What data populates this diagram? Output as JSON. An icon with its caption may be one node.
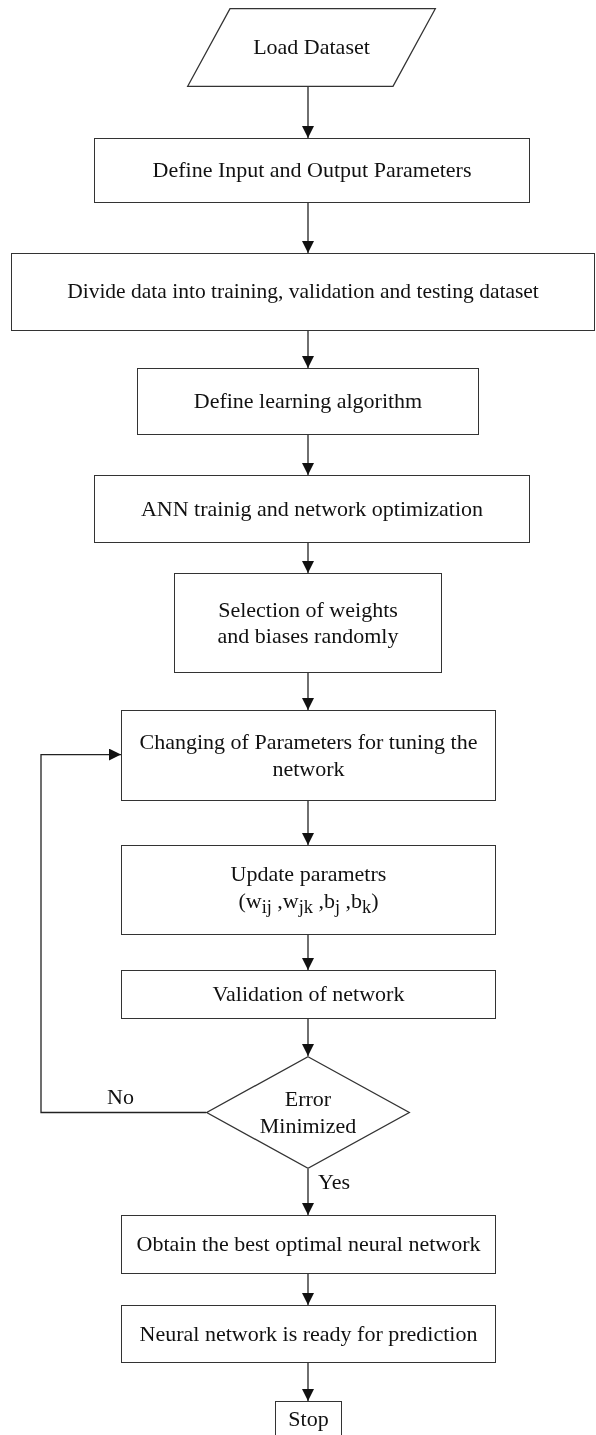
{
  "diagram": {
    "nodes": [
      {
        "text": [
          "Load Dataset"
        ]
      },
      {
        "text": [
          "Define Input and Output Parameters"
        ]
      },
      {
        "text": [
          "Divide data into training, validation and testing dataset"
        ]
      },
      {
        "text": [
          "Define learning algorithm"
        ]
      },
      {
        "text": [
          "ANN trainig and network optimization"
        ]
      },
      {
        "text": [
          "Selection of weights and biases randomly"
        ]
      },
      {
        "text": [
          "Changing of Parameters for tuning the network"
        ]
      },
      {
        "text": [
          "Update parametrs",
          "(w$_{ij}$ ,w$_{jk}$ ,b$_{j}$ ,b$_{k}$)"
        ]
      },
      {
        "text": [
          "Validation of network"
        ]
      },
      {
        "text": [
          "Error Minimized"
        ]
      },
      {
        "text": [
          "Obtain the best optimal neural network"
        ]
      },
      {
        "text": [
          "Neural network is ready for prediction"
        ]
      },
      {
        "text": [
          "Stop"
        ]
      }
    ],
    "edges": [
      {
        "from": 0,
        "to": 1,
        "arrow": "to"
      },
      {
        "from": 1,
        "to": 2,
        "arrow": "to"
      },
      {
        "from": 2,
        "to": 3,
        "arrow": "to"
      },
      {
        "from": 3,
        "to": 4,
        "arrow": "to"
      },
      {
        "from": 4,
        "to": 5,
        "arrow": "to"
      },
      {
        "from": 5,
        "to": 6,
        "arrow": "to"
      },
      {
        "from": 6,
        "to": 7,
        "arrow": "to"
      },
      {
        "from": 7,
        "to": 8,
        "arrow": "to"
      },
      {
        "from": 8,
        "to": 9,
        "arrow": "to"
      },
      {
        "from": 9,
        "to": 6,
        "arrow": "to",
        "label": "No"
      },
      {
        "from": 9,
        "to": 10,
        "arrow": "to",
        "label": "Yes"
      },
      {
        "from": 10,
        "to": 11,
        "arrow": "to"
      },
      {
        "from": 11,
        "to": 12,
        "arrow": "to"
      }
    ]
  }
}
